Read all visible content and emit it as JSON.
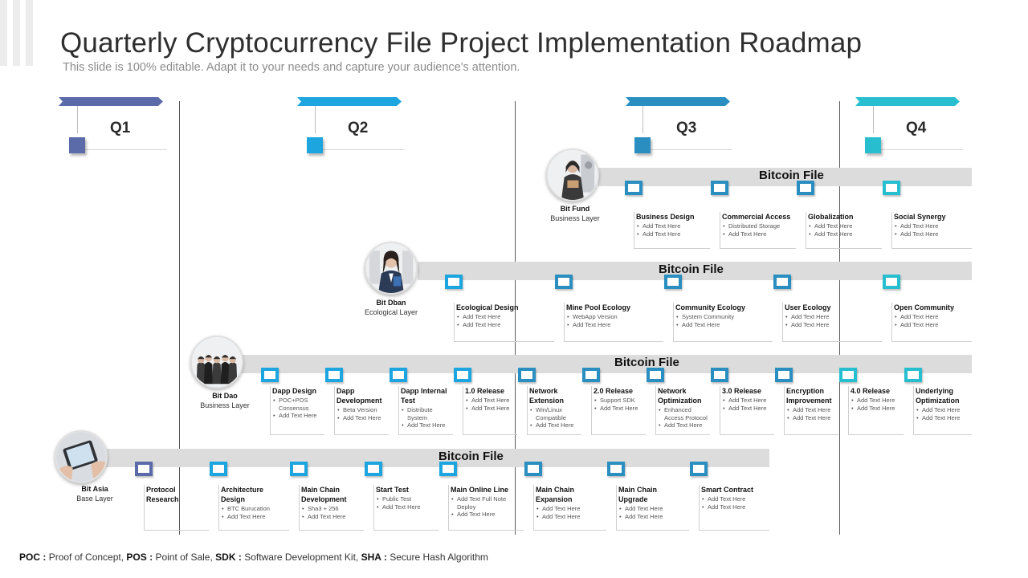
{
  "title": "Quarterly Cryptocurrency File Project Implementation Roadmap",
  "subtitle": "This slide is 100% editable. Adapt it to your needs and capture your audience's attention.",
  "quarters": [
    {
      "label": "Q1",
      "color": "#5b6aa9"
    },
    {
      "label": "Q2",
      "color": "#1ca5de"
    },
    {
      "label": "Q3",
      "color": "#2a8fc0"
    },
    {
      "label": "Q4",
      "color": "#27bfcf"
    }
  ],
  "rows": [
    {
      "title": "Bitcoin File",
      "persona": {
        "name": "Bit Fund",
        "layer": "Business Layer",
        "icon": "woman-with-book-photo"
      },
      "items": [
        {
          "title": "Business Design",
          "points": [
            "Add Text Here",
            "Add Text Here"
          ]
        },
        {
          "title": "Commercial Access",
          "points": [
            "Distributed Storage",
            "Add Text Here"
          ]
        },
        {
          "title": "Globalization",
          "points": [
            "Add Text Here",
            "Add Text Here"
          ]
        },
        {
          "title": "Social Synergy",
          "points": [
            "Add Text Here",
            "Add Text Here"
          ]
        }
      ]
    },
    {
      "title": "Bitcoin File",
      "persona": {
        "name": "Bit Dban",
        "layer": "Ecological Layer",
        "icon": "businesswoman-photo"
      },
      "items": [
        {
          "title": "Ecological Design",
          "points": [
            "Add Text Here",
            "Add Text Here"
          ]
        },
        {
          "title": "Mine Pool Ecology",
          "points": [
            "WebApp Version",
            "Add Text Here"
          ]
        },
        {
          "title": "Community Ecology",
          "points": [
            "System Community",
            "Add Text Here"
          ]
        },
        {
          "title": "User Ecology",
          "points": [
            "Add Text Here",
            "Add Text Here"
          ]
        },
        {
          "title": "Open Community",
          "points": [
            "Add Text Here",
            "Add Text Here"
          ]
        }
      ]
    },
    {
      "title": "Bitcoin File",
      "persona": {
        "name": "Bit Dao",
        "layer": "Business Layer",
        "icon": "business-team-photo"
      },
      "items": [
        {
          "title": "Dapp Design",
          "points": [
            "POC+POS Consensus",
            "Add Text Here"
          ]
        },
        {
          "title": "Dapp Development",
          "points": [
            "Beta Version",
            "Add Text Here"
          ]
        },
        {
          "title": "Dapp Internal Test",
          "points": [
            "Distribute System",
            "Add Text Here"
          ]
        },
        {
          "title": "1.0 Release",
          "points": [
            "Add Text Here",
            "Add Text Here"
          ]
        },
        {
          "title": "Network Extension",
          "points": [
            "Win/Linux Compatible",
            "Add Text Here"
          ]
        },
        {
          "title": "2.0 Release",
          "points": [
            "Support SDK",
            "Add Text Here"
          ]
        },
        {
          "title": "Network Optimization",
          "points": [
            "Enhanced Access Protocol",
            "Add Text Here"
          ]
        },
        {
          "title": "3.0 Release",
          "points": [
            "Add Text Here",
            "Add Text Here"
          ]
        },
        {
          "title": "Encryption Improvement",
          "points": [
            "Add Text Here",
            "Add Text Here"
          ]
        },
        {
          "title": "4.0 Release",
          "points": [
            "Add Text Here",
            "Add Text Here"
          ]
        },
        {
          "title": "Underlying Optimization",
          "points": [
            "Add Text Here",
            "Add Text Here"
          ]
        }
      ]
    },
    {
      "title": "Bitcoin File",
      "persona": {
        "name": "Bit Asia",
        "layer": "Base Layer",
        "icon": "tablet-in-hands-photo"
      },
      "items": [
        {
          "title": "Protocol Research",
          "points": []
        },
        {
          "title": "Architecture Design",
          "points": [
            "BTC Burucation",
            "Add Text Here"
          ]
        },
        {
          "title": "Main Chain Development",
          "points": [
            "Sha3 + 256",
            "Add Text Here"
          ]
        },
        {
          "title": "Start Test",
          "points": [
            "Public Test",
            "Add Text Here"
          ]
        },
        {
          "title": "Main Online Line",
          "points": [
            "Add Text Full Note Deploy",
            "Add Text Here"
          ]
        },
        {
          "title": "Main Chain Expansion",
          "points": [
            "Add Text Here",
            "Add Text Here"
          ]
        },
        {
          "title": "Main Chain Upgrade",
          "points": [
            "Add Text Here",
            "Add Text Here"
          ]
        },
        {
          "title": "Smart Contract",
          "points": [
            "Add Text Here",
            "Add Text Here"
          ]
        }
      ]
    }
  ],
  "footer": [
    {
      "abbr": "POC :",
      "full": "Proof of Concept,"
    },
    {
      "abbr": "POS :",
      "full": "Point of Sale,"
    },
    {
      "abbr": "SDK :",
      "full": "Software Development Kit,"
    },
    {
      "abbr": "SHA :",
      "full": "Secure Hash Algorithm"
    }
  ]
}
